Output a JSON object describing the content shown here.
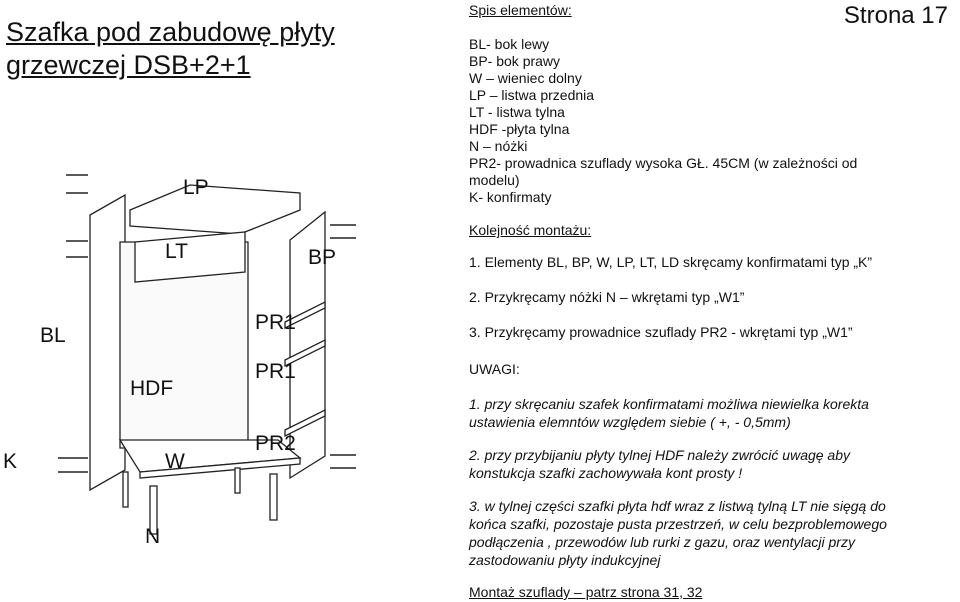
{
  "title": "Szafka pod zabudowę płyty grzewczej DSB+2+1",
  "page_label": "Strona 17",
  "parts_heading": "Spis elementów:",
  "parts": [
    "BL- bok lewy",
    "BP- bok prawy",
    "W – wieniec dolny",
    "LP – listwa przednia",
    "LT - listwa tylna",
    "HDF -płyta tylna",
    "N – nóżki",
    "PR2- prowadnica szuflady wysoka GŁ. 45CM  (w zależności od",
    "modelu)",
    "K- konfirmaty"
  ],
  "order_heading": "Kolejność montażu:",
  "steps": [
    "1. Elementy BL, BP, W, LP, LT, LD  skręcamy konfirmatami typ „K”",
    "2. Przykręcamy nóżki N – wkrętami typ „W1”",
    "3. Przykręcamy prowadnice szuflady PR2 - wkrętami typ „W1”"
  ],
  "warning_heading": "UWAGI:",
  "notes": [
    [
      "1. przy skręcaniu szafek konfirmatami możliwa niewielka korekta",
      "ustawienia elemntów względem siebie ( +, - 0,5mm)"
    ],
    [
      "2. przy przybijaniu płyty tylnej HDF należy zwrócić uwagę aby",
      "konstukcja szafki zachowywała kont prosty !"
    ],
    [
      "3. w tylnej części szafki płyta hdf wraz z listwą tylną LT nie sięgą do",
      "końca szafki, pozostaje pusta przestrzeń,  w celu bezproblemowego",
      "podłączenia , przewodów lub rurki z gazu, oraz wentylacji przy",
      "zastodowaniu płyty indukcyjnej"
    ]
  ],
  "footer_link": "Montaż szuflady – patrz strona 31, 32",
  "diagram_labels": {
    "lp": "LP",
    "lt": "LT",
    "bp": "BP",
    "bl": "BL",
    "pr1a": "PR1",
    "pr1b": "PR1",
    "pr2": "PR2",
    "hdf": "HDF",
    "k": "K",
    "w": "W",
    "n": "N"
  }
}
